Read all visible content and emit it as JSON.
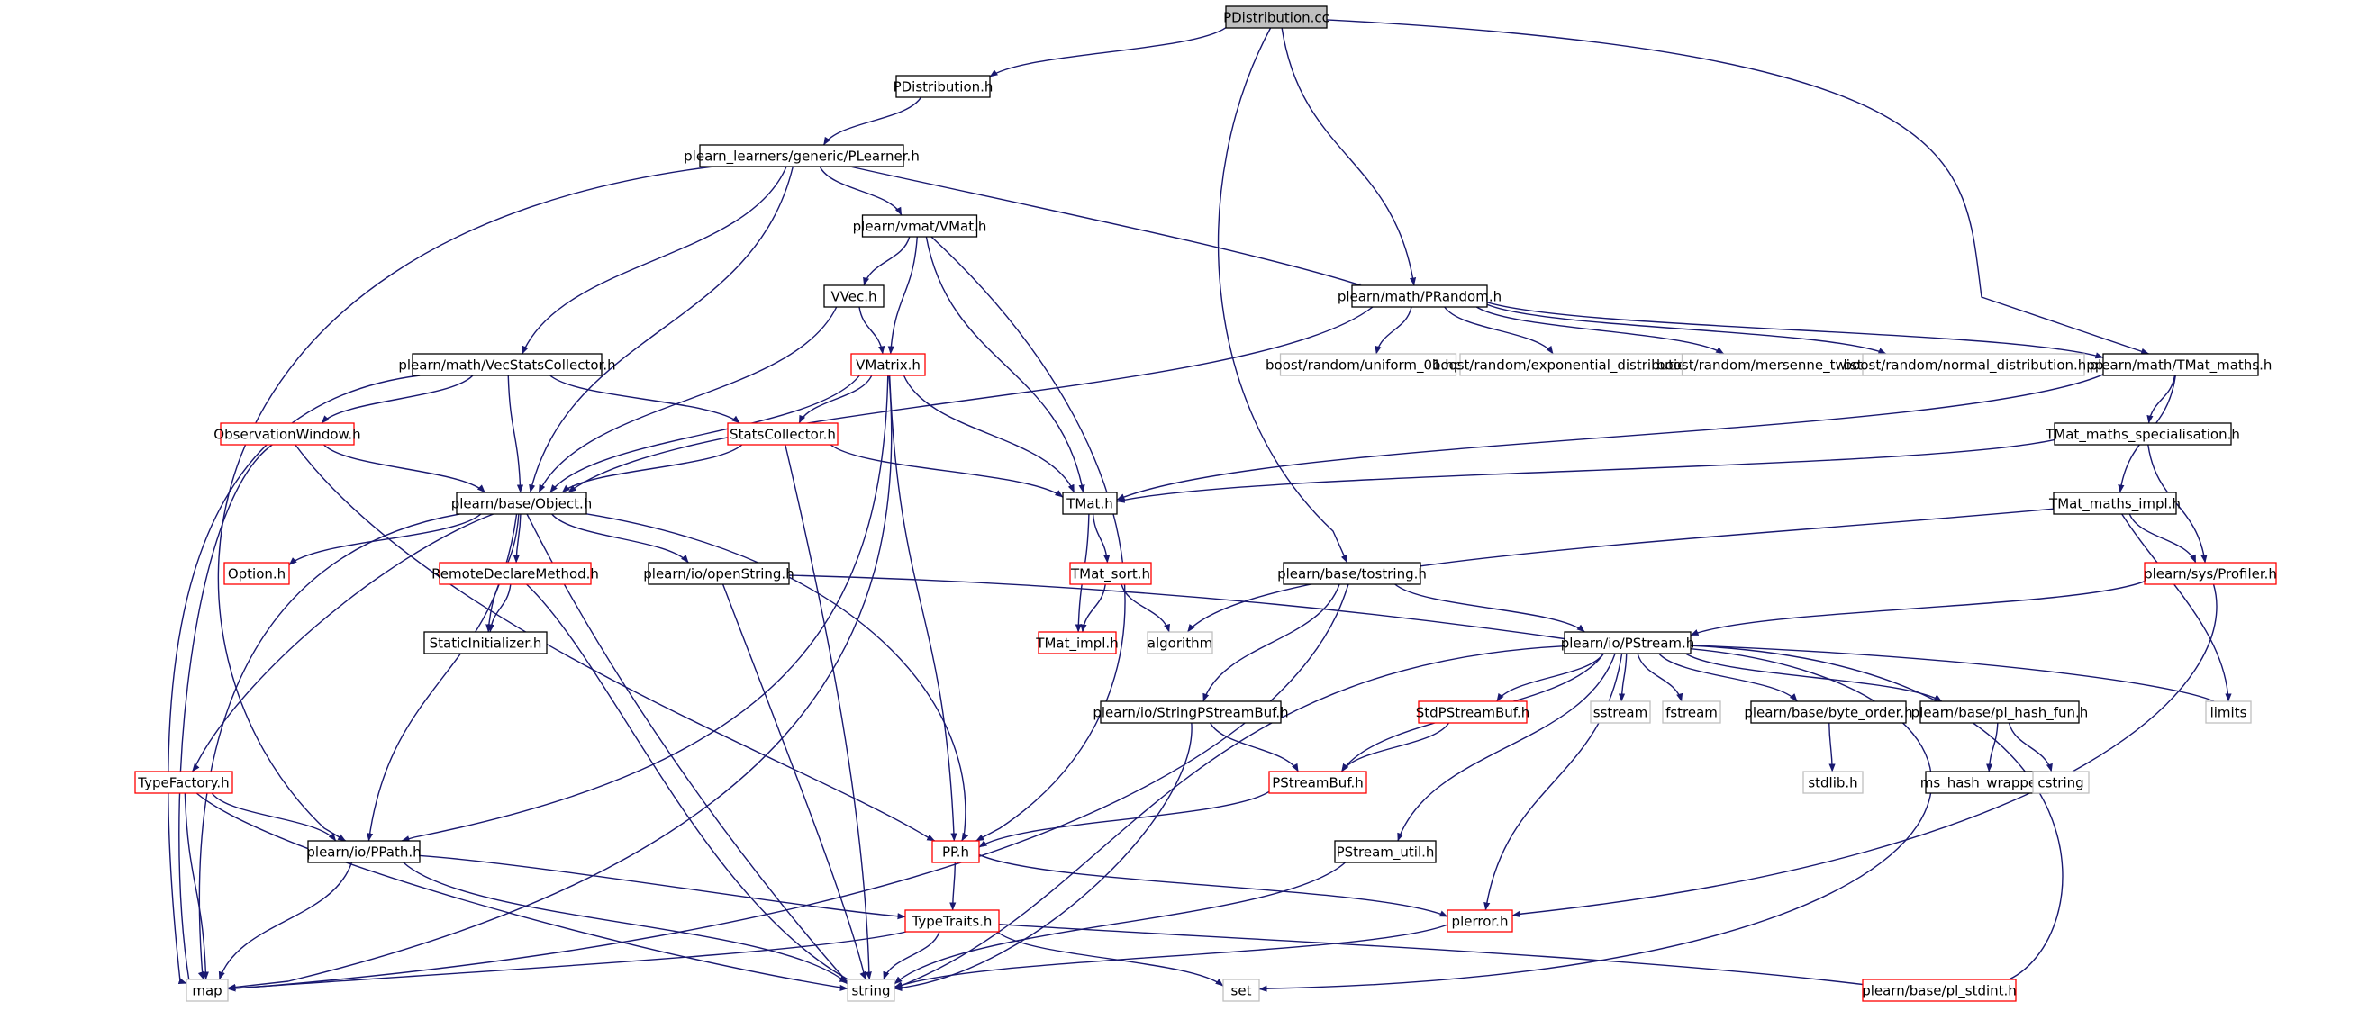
{
  "colors": {
    "root_fill": "#bfbfbf",
    "normal_border": "#000000",
    "red_border": "#ff0000",
    "gray_border": "#bfbfbf",
    "edge": "#191970",
    "text": "#000000"
  },
  "nodes": [
    {
      "id": "pdistribution_cc",
      "label": "PDistribution.cc",
      "style": "root"
    },
    {
      "id": "pdistribution_h",
      "label": "PDistribution.h",
      "style": "normal"
    },
    {
      "id": "plearner_h",
      "label": "plearn_learners/generic/PLearner.h",
      "style": "normal"
    },
    {
      "id": "vmat_h",
      "label": "plearn/vmat/VMat.h",
      "style": "normal"
    },
    {
      "id": "vvec_h",
      "label": "VVec.h",
      "style": "normal"
    },
    {
      "id": "vmatrix_h",
      "label": "VMatrix.h",
      "style": "red"
    },
    {
      "id": "prandom_h",
      "label": "plearn/math/PRandom.h",
      "style": "normal"
    },
    {
      "id": "uniform",
      "label": "boost/random/uniform_01.hpp",
      "style": "gray"
    },
    {
      "id": "expdist",
      "label": "boost/random/exponential_distribution.hpp",
      "style": "gray"
    },
    {
      "id": "mersenne",
      "label": "boost/random/mersenne_twister.hpp",
      "style": "gray"
    },
    {
      "id": "normdist",
      "label": "boost/random/normal_distribution.hpp",
      "style": "gray"
    },
    {
      "id": "tmat_maths_h",
      "label": "plearn/math/TMat_maths.h",
      "style": "normal"
    },
    {
      "id": "vecstats_h",
      "label": "plearn/math/VecStatsCollector.h",
      "style": "normal"
    },
    {
      "id": "obswin_h",
      "label": "ObservationWindow.h",
      "style": "red"
    },
    {
      "id": "statscoll_h",
      "label": "StatsCollector.h",
      "style": "red"
    },
    {
      "id": "tmat_spec_h",
      "label": "TMat_maths_specialisation.h",
      "style": "normal"
    },
    {
      "id": "object_h",
      "label": "plearn/base/Object.h",
      "style": "normal"
    },
    {
      "id": "tmat_h",
      "label": "TMat.h",
      "style": "normal"
    },
    {
      "id": "tmat_impl_maths_h",
      "label": "TMat_maths_impl.h",
      "style": "normal"
    },
    {
      "id": "option_h",
      "label": "Option.h",
      "style": "red"
    },
    {
      "id": "remotedecl_h",
      "label": "RemoteDeclareMethod.h",
      "style": "red"
    },
    {
      "id": "openstring_h",
      "label": "plearn/io/openString.h",
      "style": "normal"
    },
    {
      "id": "tostring_h",
      "label": "plearn/base/tostring.h",
      "style": "normal"
    },
    {
      "id": "tmat_sort_h",
      "label": "TMat_sort.h",
      "style": "red"
    },
    {
      "id": "profiler_h",
      "label": "plearn/sys/Profiler.h",
      "style": "red"
    },
    {
      "id": "staticinit_h",
      "label": "StaticInitializer.h",
      "style": "normal"
    },
    {
      "id": "tmat_impl_h",
      "label": "TMat_impl.h",
      "style": "red"
    },
    {
      "id": "algorithm",
      "label": "algorithm",
      "style": "gray"
    },
    {
      "id": "pstream_h",
      "label": "plearn/io/PStream.h",
      "style": "normal"
    },
    {
      "id": "stringpsb_h",
      "label": "plearn/io/StringPStreamBuf.h",
      "style": "normal"
    },
    {
      "id": "stdpsb_h",
      "label": "StdPStreamBuf.h",
      "style": "red"
    },
    {
      "id": "sstream",
      "label": "sstream",
      "style": "gray"
    },
    {
      "id": "fstream",
      "label": "fstream",
      "style": "gray"
    },
    {
      "id": "byteorder_h",
      "label": "plearn/base/byte_order.h",
      "style": "normal"
    },
    {
      "id": "plhash_h",
      "label": "plearn/base/pl_hash_fun.h",
      "style": "normal"
    },
    {
      "id": "limits",
      "label": "limits",
      "style": "gray"
    },
    {
      "id": "stdlib_h",
      "label": "stdlib.h",
      "style": "gray"
    },
    {
      "id": "mshash_h",
      "label": "ms_hash_wrapper.h",
      "style": "normal"
    },
    {
      "id": "cstring",
      "label": "cstring",
      "style": "gray"
    },
    {
      "id": "typefactory_h",
      "label": "TypeFactory.h",
      "style": "red"
    },
    {
      "id": "pstreambuf_h",
      "label": "PStreamBuf.h",
      "style": "red"
    },
    {
      "id": "ppath_h",
      "label": "plearn/io/PPath.h",
      "style": "normal"
    },
    {
      "id": "pp_h",
      "label": "PP.h",
      "style": "red"
    },
    {
      "id": "pstreamutil_h",
      "label": "PStream_util.h",
      "style": "normal"
    },
    {
      "id": "typetraits_h",
      "label": "TypeTraits.h",
      "style": "red"
    },
    {
      "id": "plerror_h",
      "label": "plerror.h",
      "style": "red"
    },
    {
      "id": "map",
      "label": "map",
      "style": "gray"
    },
    {
      "id": "string",
      "label": "string",
      "style": "gray"
    },
    {
      "id": "set",
      "label": "set",
      "style": "gray"
    },
    {
      "id": "plstdint_h",
      "label": "plearn/base/pl_stdint.h",
      "style": "red"
    }
  ],
  "edges": [
    [
      "pdistribution_cc",
      "pdistribution_h"
    ],
    [
      "pdistribution_cc",
      "prandom_h"
    ],
    [
      "pdistribution_cc",
      "tmat_maths_h"
    ],
    [
      "pdistribution_cc",
      "tostring_h"
    ],
    [
      "pdistribution_h",
      "plearner_h"
    ],
    [
      "plearner_h",
      "vmat_h"
    ],
    [
      "plearner_h",
      "prandom_h"
    ],
    [
      "plearner_h",
      "vecstats_h"
    ],
    [
      "plearner_h",
      "object_h"
    ],
    [
      "plearner_h",
      "ppath_h"
    ],
    [
      "vmat_h",
      "vvec_h"
    ],
    [
      "vmat_h",
      "vmatrix_h"
    ],
    [
      "vmat_h",
      "tmat_h"
    ],
    [
      "vmat_h",
      "pp_h"
    ],
    [
      "vvec_h",
      "vmatrix_h"
    ],
    [
      "vvec_h",
      "object_h"
    ],
    [
      "prandom_h",
      "uniform"
    ],
    [
      "prandom_h",
      "expdist"
    ],
    [
      "prandom_h",
      "mersenne"
    ],
    [
      "prandom_h",
      "normdist"
    ],
    [
      "prandom_h",
      "tmat_maths_h"
    ],
    [
      "prandom_h",
      "object_h"
    ],
    [
      "tmat_maths_h",
      "tmat_spec_h"
    ],
    [
      "tmat_maths_h",
      "tmat_impl_maths_h"
    ],
    [
      "tmat_maths_h",
      "tmat_h"
    ],
    [
      "vecstats_h",
      "obswin_h"
    ],
    [
      "vecstats_h",
      "statscoll_h"
    ],
    [
      "vecstats_h",
      "object_h"
    ],
    [
      "vecstats_h",
      "map"
    ],
    [
      "vmatrix_h",
      "statscoll_h"
    ],
    [
      "vmatrix_h",
      "object_h"
    ],
    [
      "vmatrix_h",
      "tmat_h"
    ],
    [
      "vmatrix_h",
      "pp_h"
    ],
    [
      "vmatrix_h",
      "ppath_h"
    ],
    [
      "vmatrix_h",
      "map"
    ],
    [
      "obswin_h",
      "object_h"
    ],
    [
      "obswin_h",
      "pp_h"
    ],
    [
      "obswin_h",
      "map"
    ],
    [
      "statscoll_h",
      "object_h"
    ],
    [
      "statscoll_h",
      "tmat_h"
    ],
    [
      "statscoll_h",
      "string"
    ],
    [
      "tmat_spec_h",
      "tmat_h"
    ],
    [
      "tmat_spec_h",
      "profiler_h"
    ],
    [
      "tmat_impl_maths_h",
      "profiler_h"
    ],
    [
      "tmat_impl_maths_h",
      "limits"
    ],
    [
      "tmat_impl_maths_h",
      "algorithm"
    ],
    [
      "object_h",
      "option_h"
    ],
    [
      "object_h",
      "remotedecl_h"
    ],
    [
      "object_h",
      "openstring_h"
    ],
    [
      "object_h",
      "staticinit_h"
    ],
    [
      "object_h",
      "typefactory_h"
    ],
    [
      "object_h",
      "ppath_h"
    ],
    [
      "object_h",
      "pp_h"
    ],
    [
      "object_h",
      "map"
    ],
    [
      "object_h",
      "string"
    ],
    [
      "tmat_h",
      "tmat_sort_h"
    ],
    [
      "tmat_h",
      "tmat_impl_h"
    ],
    [
      "tmat_sort_h",
      "tmat_impl_h"
    ],
    [
      "tmat_sort_h",
      "algorithm"
    ],
    [
      "remotedecl_h",
      "staticinit_h"
    ],
    [
      "remotedecl_h",
      "string"
    ],
    [
      "openstring_h",
      "pstream_h"
    ],
    [
      "openstring_h",
      "string"
    ],
    [
      "tostring_h",
      "pstream_h"
    ],
    [
      "tostring_h",
      "stringpsb_h"
    ],
    [
      "tostring_h",
      "map"
    ],
    [
      "profiler_h",
      "pstream_h"
    ],
    [
      "profiler_h",
      "plerror_h"
    ],
    [
      "pstream_h",
      "stdpsb_h"
    ],
    [
      "pstream_h",
      "pstreambuf_h"
    ],
    [
      "pstream_h",
      "sstream"
    ],
    [
      "pstream_h",
      "fstream"
    ],
    [
      "pstream_h",
      "byteorder_h"
    ],
    [
      "pstream_h",
      "plhash_h"
    ],
    [
      "pstream_h",
      "limits"
    ],
    [
      "pstream_h",
      "pstreamutil_h"
    ],
    [
      "pstream_h",
      "plerror_h"
    ],
    [
      "pstream_h",
      "string"
    ],
    [
      "pstream_h",
      "set"
    ],
    [
      "pstream_h",
      "plstdint_h"
    ],
    [
      "stringpsb_h",
      "pstreambuf_h"
    ],
    [
      "stringpsb_h",
      "string"
    ],
    [
      "stdpsb_h",
      "pstreambuf_h"
    ],
    [
      "byteorder_h",
      "stdlib_h"
    ],
    [
      "plhash_h",
      "mshash_h"
    ],
    [
      "plhash_h",
      "cstring"
    ],
    [
      "typefactory_h",
      "ppath_h"
    ],
    [
      "typefactory_h",
      "map"
    ],
    [
      "typefactory_h",
      "string"
    ],
    [
      "pstreambuf_h",
      "pp_h"
    ],
    [
      "ppath_h",
      "typetraits_h"
    ],
    [
      "ppath_h",
      "map"
    ],
    [
      "ppath_h",
      "string"
    ],
    [
      "pp_h",
      "typetraits_h"
    ],
    [
      "pp_h",
      "plerror_h"
    ],
    [
      "pstreamutil_h",
      "string"
    ],
    [
      "typetraits_h",
      "map"
    ],
    [
      "typetraits_h",
      "string"
    ],
    [
      "typetraits_h",
      "set"
    ],
    [
      "typetraits_h",
      "plstdint_h"
    ],
    [
      "plerror_h",
      "string"
    ]
  ]
}
